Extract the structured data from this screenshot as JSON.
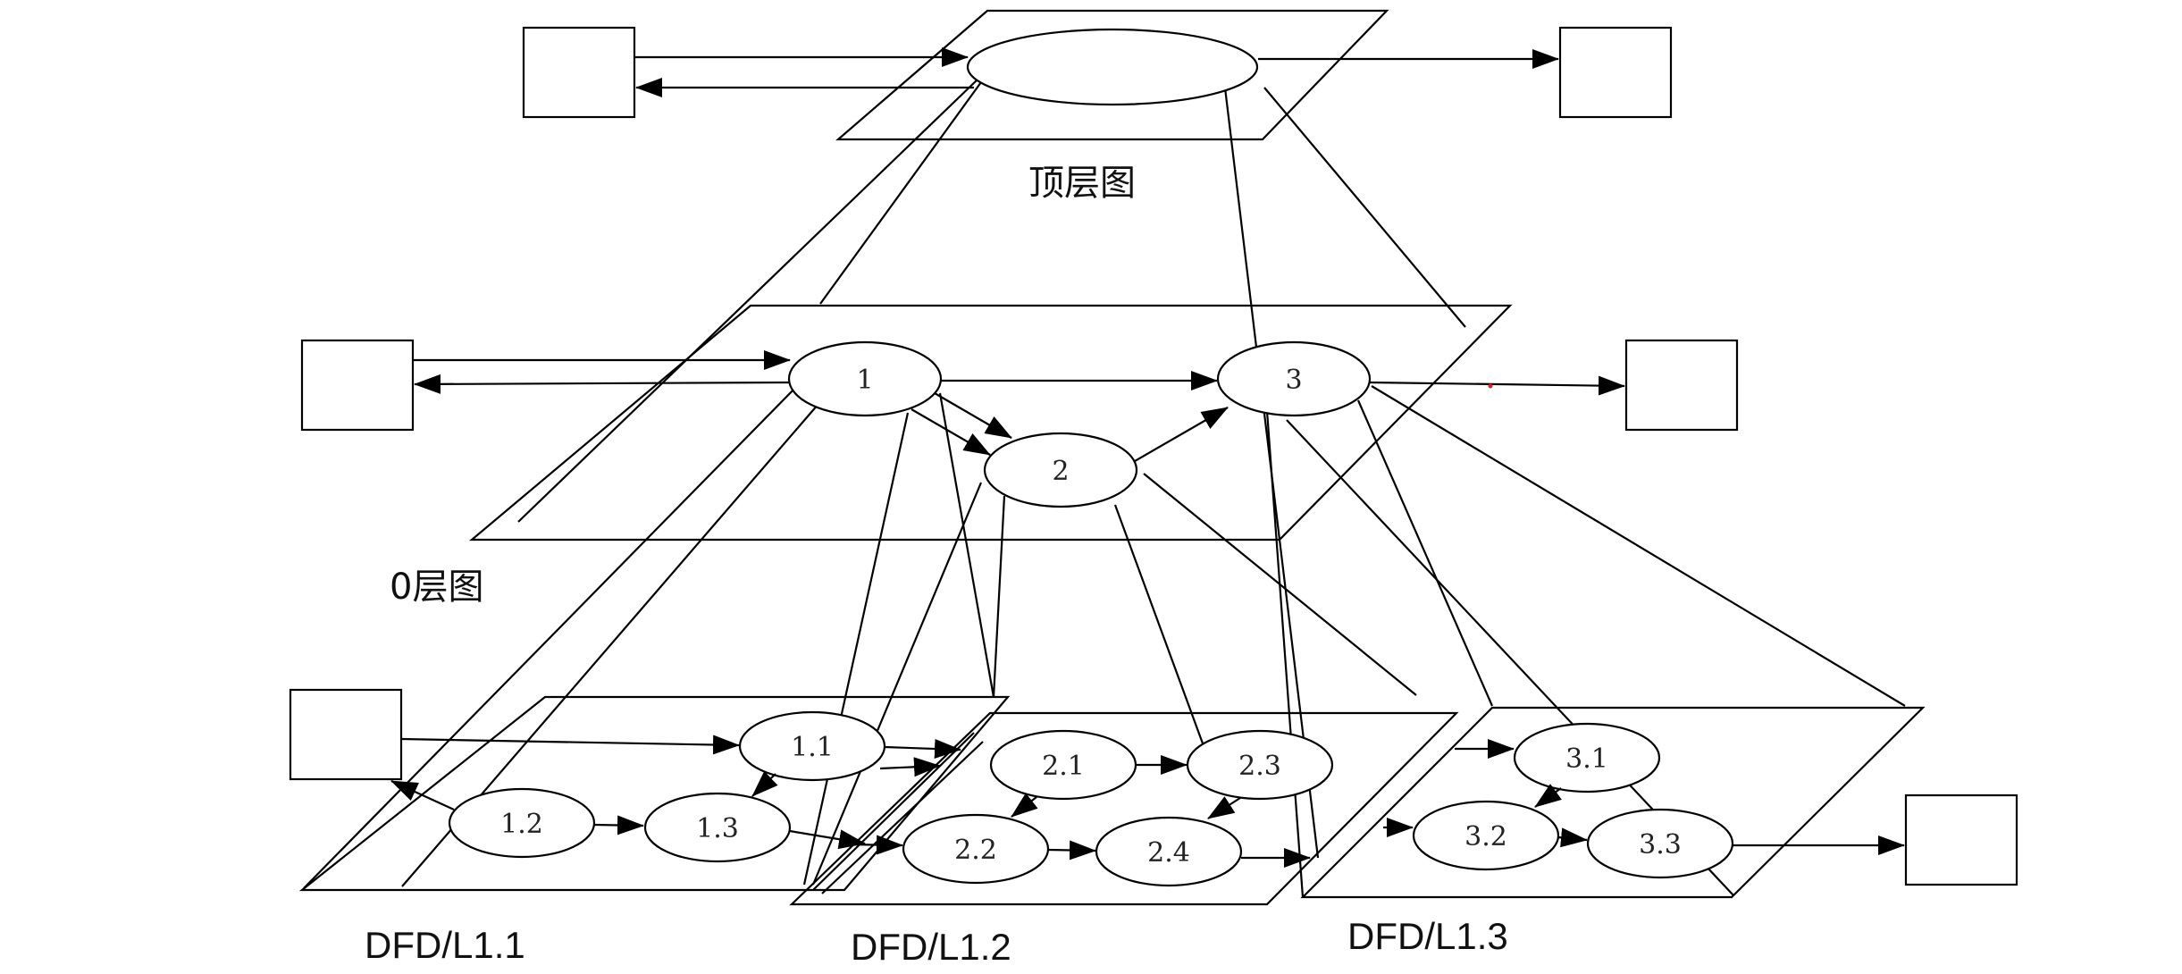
{
  "labels": {
    "top": "顶层图",
    "level0": "0层图",
    "dfd11": "DFD/L1.1",
    "dfd12": "DFD/L1.2",
    "dfd13": "DFD/L1.3"
  },
  "nodes": {
    "p1": "1",
    "p2": "2",
    "p3": "3",
    "p11": "1.1",
    "p12": "1.2",
    "p13": "1.3",
    "p21": "2.1",
    "p22": "2.2",
    "p23": "2.3",
    "p24": "2.4",
    "p31": "3.1",
    "p32": "3.2",
    "p33": "3.3"
  },
  "colors": {
    "stroke": "#000000",
    "background": "#ffffff",
    "text": "#111111"
  }
}
